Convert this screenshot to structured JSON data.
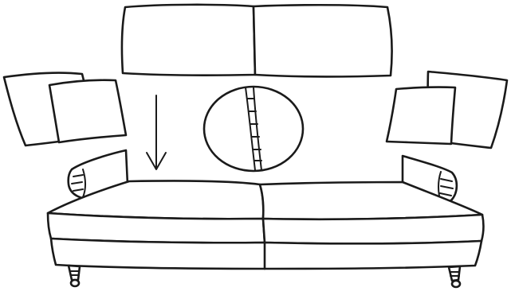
{
  "diagram": {
    "colors": {
      "line": "#1a1a1a",
      "background": "#ffffff"
    },
    "parts": [
      "back-cushion-left",
      "back-cushion-right",
      "scatter-cushion-left-rear",
      "scatter-cushion-left-front",
      "scatter-cushion-right-front",
      "scatter-cushion-right-rear",
      "down-arrow-icon",
      "zip-detail-circle",
      "sofa-arm-left",
      "sofa-arm-right",
      "seat-cushion-left",
      "seat-cushion-right",
      "sofa-base",
      "castor-leg-left",
      "castor-leg-right"
    ]
  }
}
